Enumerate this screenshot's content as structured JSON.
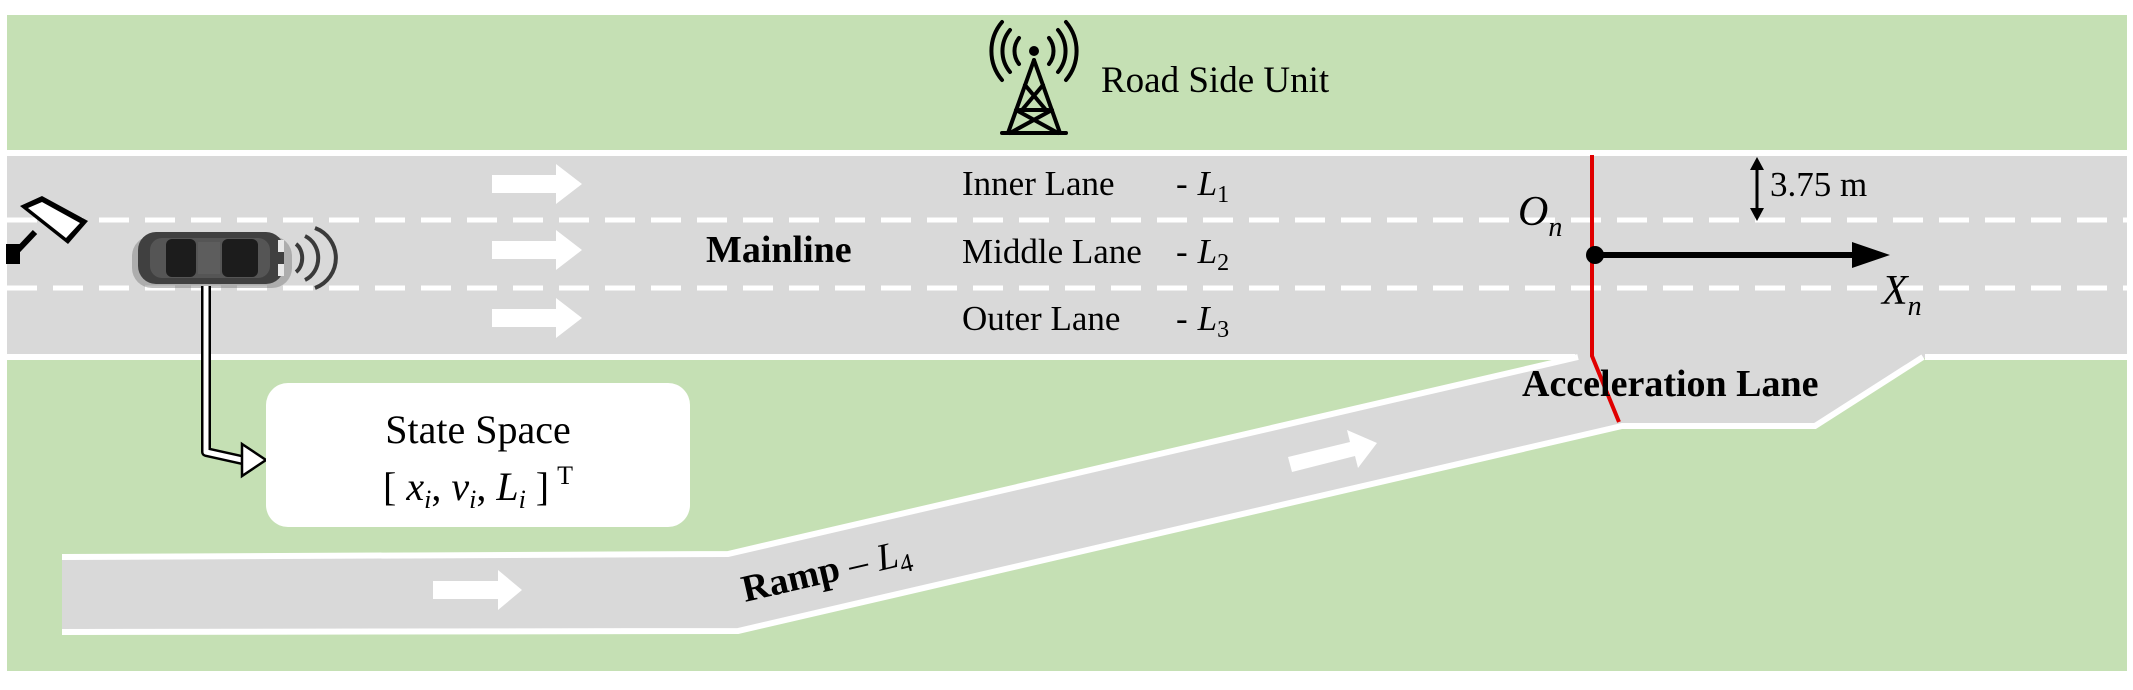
{
  "colors": {
    "grass": "#c5e0b4",
    "road": "#d9d9d9",
    "lane_line": "#ffffff",
    "reference_line": "#e00000",
    "ink": "#000000",
    "state_box": "#ffffff"
  },
  "rsu": {
    "label": "Road Side Unit",
    "icon": "radio-tower-icon"
  },
  "mainline": {
    "label": "Mainline",
    "lanes": [
      {
        "name": "Inner Lane",
        "dash": "-",
        "symbol": "L",
        "sub": "1"
      },
      {
        "name": "Middle Lane",
        "dash": "-",
        "symbol": "L",
        "sub": "2"
      },
      {
        "name": "Outer Lane",
        "dash": "-",
        "symbol": "L",
        "sub": "3"
      }
    ]
  },
  "ramp": {
    "label": "Ramp",
    "dash": "–",
    "symbol": "L",
    "sub": "4"
  },
  "acceleration_lane": {
    "label": "Acceleration Lane"
  },
  "coordinates": {
    "origin_symbol": "O",
    "origin_sub": "n",
    "axis_symbol": "X",
    "axis_sub": "n",
    "lane_width": "3.75 m"
  },
  "state_space": {
    "title": "State Space",
    "open": "[",
    "x": "x",
    "x_sub": "i",
    "comma1": ",",
    "v": "v",
    "v_sub": "i",
    "comma2": ",",
    "l": "L",
    "l_sub": "i",
    "close": "]",
    "transpose": "T"
  },
  "icons": {
    "camera": "surveillance-camera-icon",
    "vehicle": "car-icon",
    "signal": "wireless-signal-icon"
  }
}
